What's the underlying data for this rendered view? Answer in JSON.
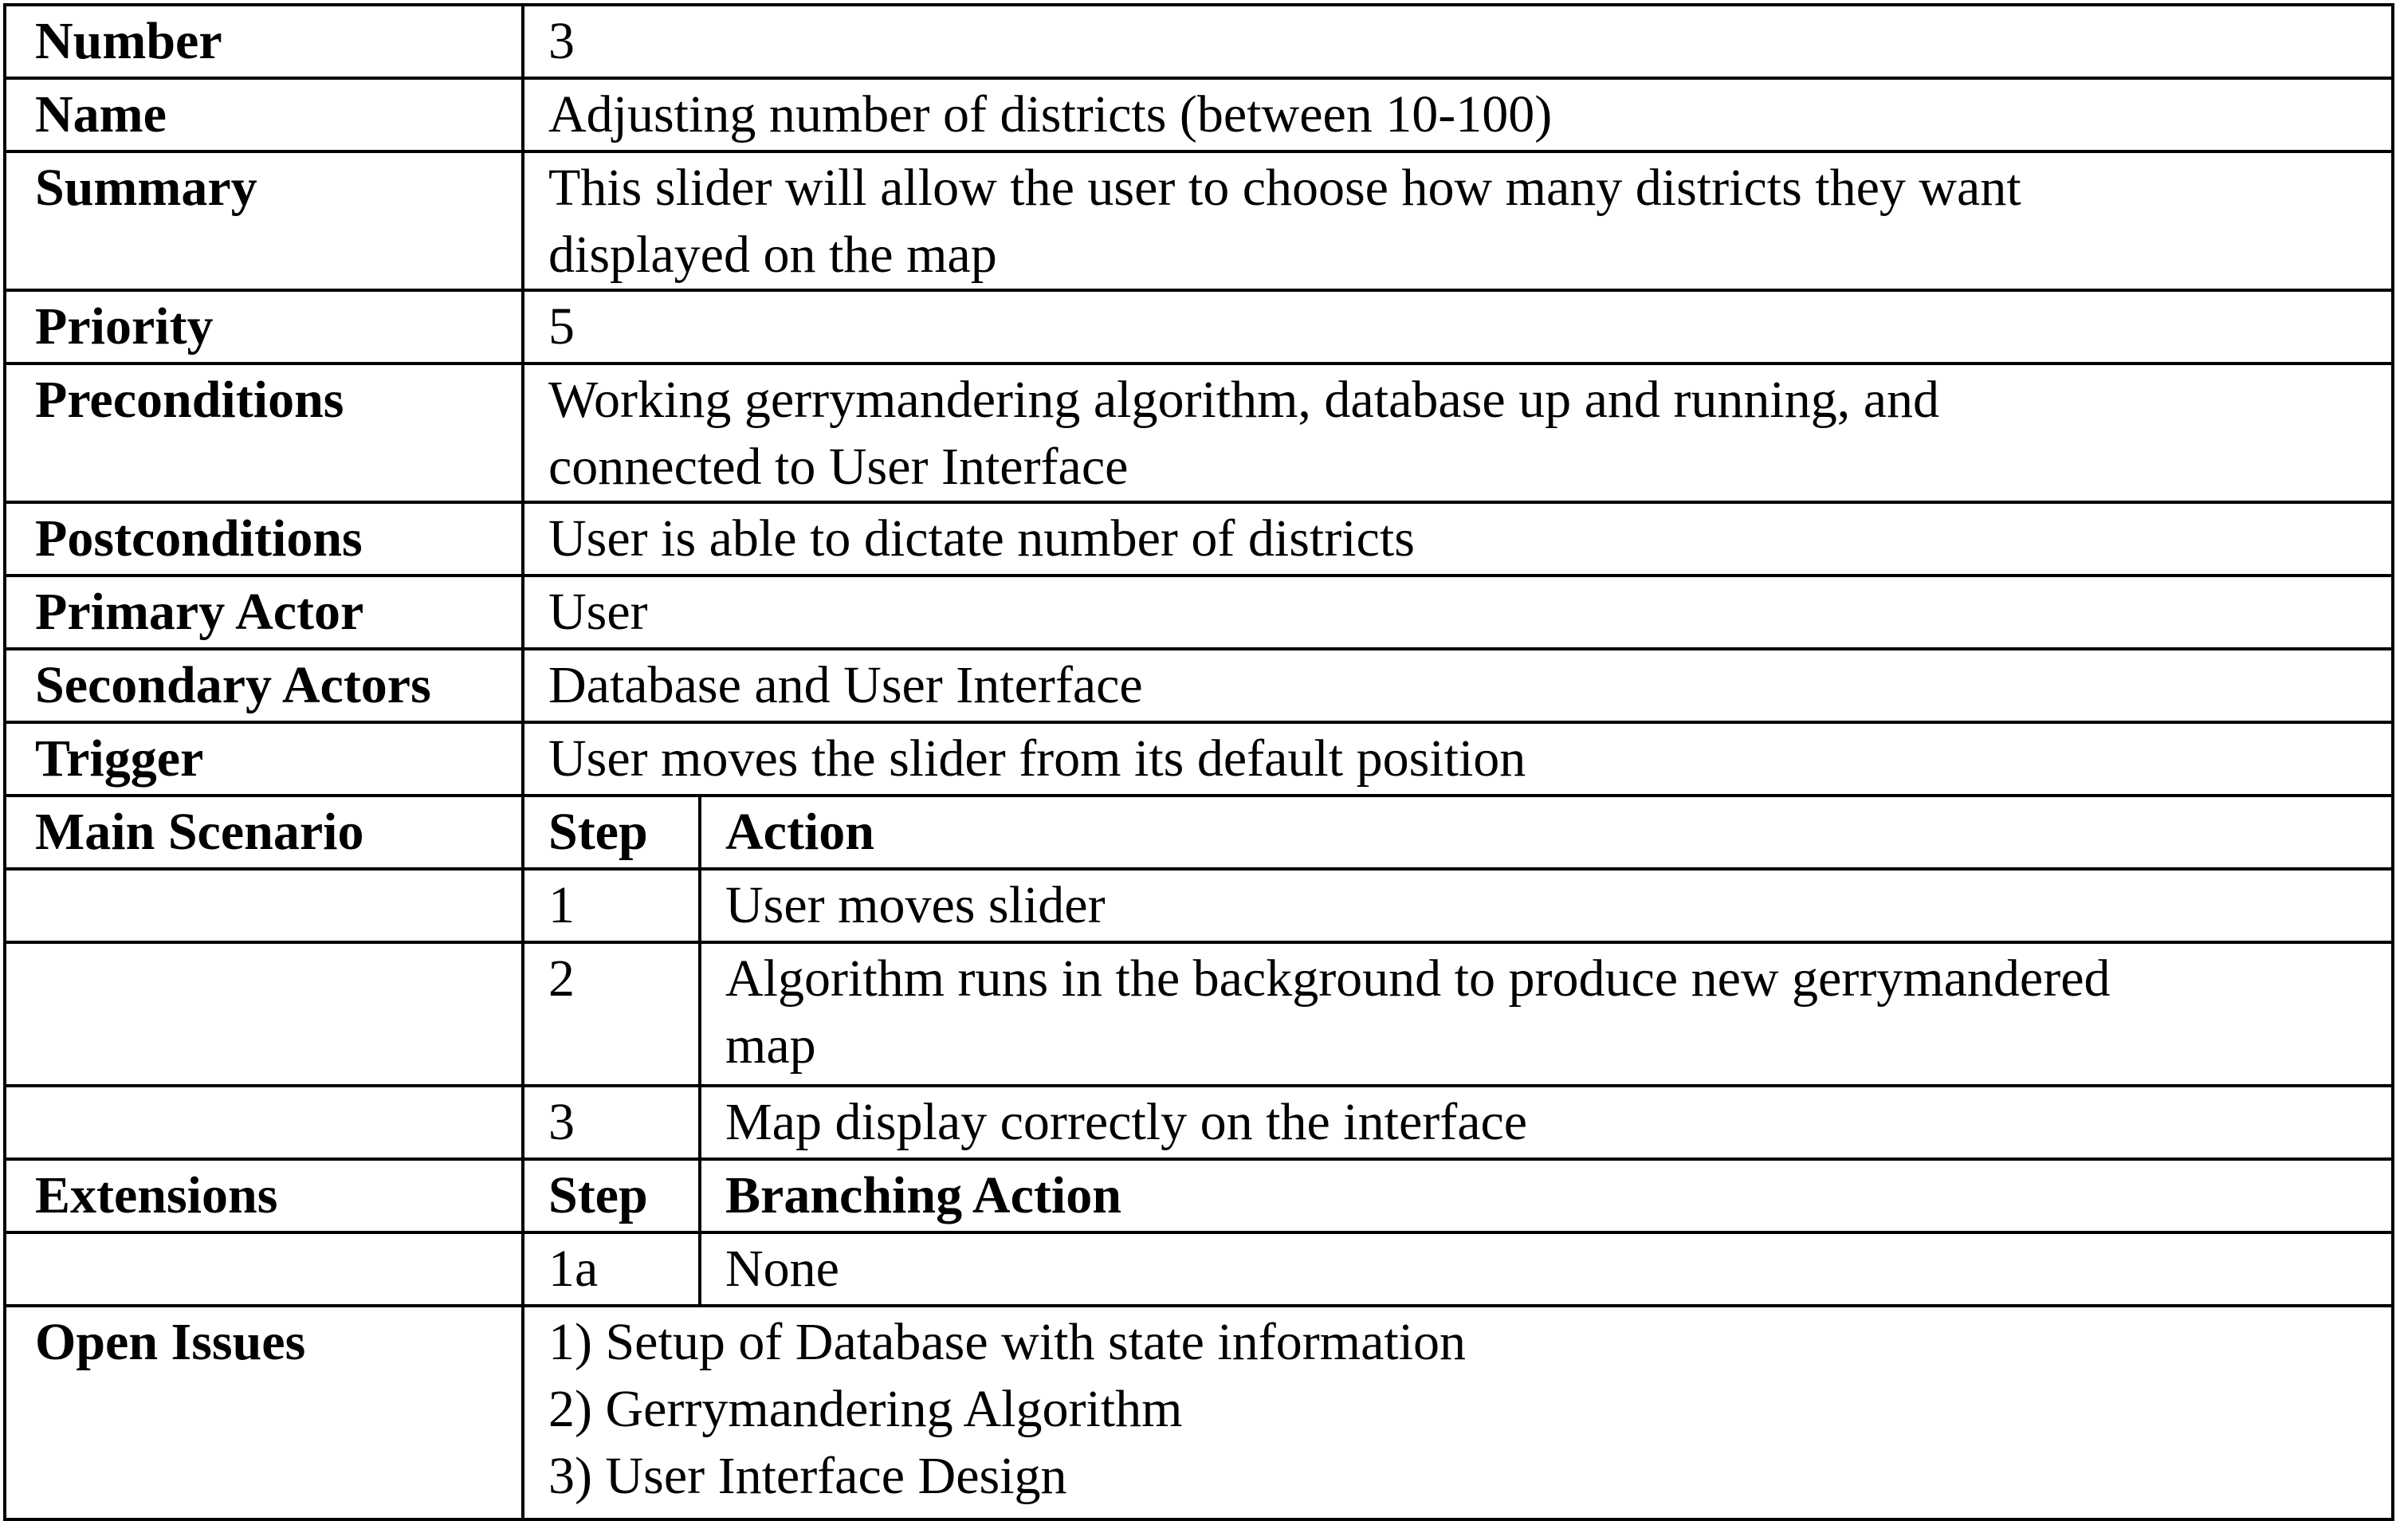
{
  "rows": {
    "number": {
      "label": "Number",
      "value": "3"
    },
    "name": {
      "label": "Name",
      "value": "Adjusting number of districts (between 10-100)"
    },
    "summary": {
      "label": "Summary",
      "value_lines": [
        "This slider will allow the user to choose how many districts they want",
        "displayed on the map"
      ]
    },
    "priority": {
      "label": "Priority",
      "value": "5"
    },
    "preconditions": {
      "label": "Preconditions",
      "value_lines": [
        "Working gerrymandering algorithm, database up and running, and",
        "connected to User Interface"
      ]
    },
    "postconditions": {
      "label": "Postconditions",
      "value": "User is able to dictate number of districts"
    },
    "primary_actor": {
      "label": "Primary Actor",
      "value": "User"
    },
    "secondary_actors": {
      "label": "Secondary Actors",
      "value": "Database and User Interface"
    },
    "trigger": {
      "label": "Trigger",
      "value": "User moves the slider from its default position"
    }
  },
  "main_scenario": {
    "label": "Main Scenario",
    "step_header": "Step",
    "action_header": "Action",
    "steps": [
      {
        "step": "1",
        "action_lines": [
          "User moves slider"
        ]
      },
      {
        "step": "2",
        "action_lines": [
          "Algorithm runs in the background to produce new gerrymandered",
          "map"
        ]
      },
      {
        "step": "3",
        "action_lines": [
          "Map display correctly on the interface"
        ]
      }
    ]
  },
  "extensions": {
    "label": "Extensions",
    "step_header": "Step",
    "action_header": "Branching Action",
    "steps": [
      {
        "step": "1a",
        "action": "None"
      }
    ]
  },
  "open_issues": {
    "label": "Open Issues",
    "items": [
      "1) Setup of Database with state information",
      "2) Gerrymandering Algorithm",
      "3) User Interface Design"
    ]
  }
}
